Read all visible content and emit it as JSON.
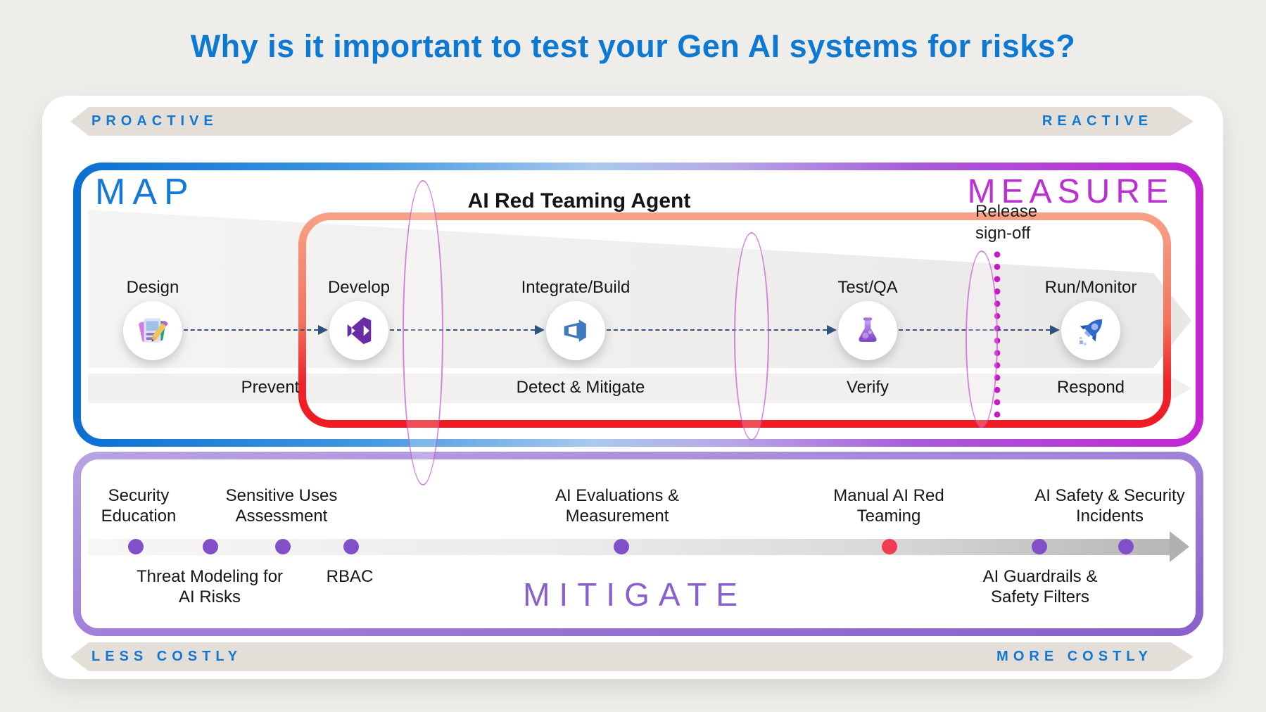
{
  "title": "Why is it important to test your Gen AI systems for risks?",
  "banners": {
    "top_left": "PROACTIVE",
    "top_right": "REACTIVE",
    "bottom_left": "LESS COSTLY",
    "bottom_right": "MORE COSTLY"
  },
  "map_measure": {
    "map_label": "MAP",
    "measure_label": "MEASURE",
    "agent_label": "AI Red Teaming Agent",
    "release_line1": "Release",
    "release_line2": "sign-off",
    "stages": [
      {
        "label": "Design",
        "icon": "design-cards-pencil"
      },
      {
        "label": "Develop",
        "icon": "visual-studio-logo"
      },
      {
        "label": "Integrate/Build",
        "icon": "azure-devops-logo"
      },
      {
        "label": "Test/QA",
        "icon": "flask"
      },
      {
        "label": "Run/Monitor",
        "icon": "rocket"
      }
    ],
    "phases": [
      "Prevent",
      "Detect & Mitigate",
      "Verify",
      "Respond"
    ]
  },
  "mitigate": {
    "label": "MITIGATE",
    "items": [
      {
        "label": "Security Education",
        "position": "above",
        "dot_color": "#8150c8"
      },
      {
        "label": "Threat Modeling for AI Risks",
        "position": "below",
        "dot_color": "#8150c8"
      },
      {
        "label": "Sensitive Uses Assessment",
        "position": "above",
        "dot_color": "#8150c8"
      },
      {
        "label": "RBAC",
        "position": "below",
        "dot_color": "#8150c8"
      },
      {
        "label": "AI Evaluations & Measurement",
        "position": "above",
        "dot_color": "#8150c8"
      },
      {
        "label": "Manual AI Red Teaming",
        "position": "above",
        "dot_color": "#f23b55"
      },
      {
        "label": "AI Guardrails & Safety Filters",
        "position": "below",
        "dot_color": "#8150c8"
      },
      {
        "label": "AI Safety & Security Incidents",
        "position": "above",
        "dot_color": "#8150c8"
      }
    ]
  },
  "colors": {
    "title_blue": "#0e79d2",
    "map_blue": "#1478d6",
    "measure_magenta": "#bc2fd2",
    "mitigate_purple": "#8a5fd0",
    "banner_text_blue": "#1177d0",
    "banner_gray": "#e3dfd8",
    "red_box_top": "#f6a086",
    "red_box_bottom": "#ee1c24",
    "outer_box_left": "#0b70d3",
    "outer_box_right": "#c326d2",
    "bottom_box_purple": "#8a60cd",
    "dot_purple": "#8150c8",
    "dot_red": "#f23b55",
    "release_dots_magenta": "#c519c3",
    "connector_navy": "#30527f"
  }
}
